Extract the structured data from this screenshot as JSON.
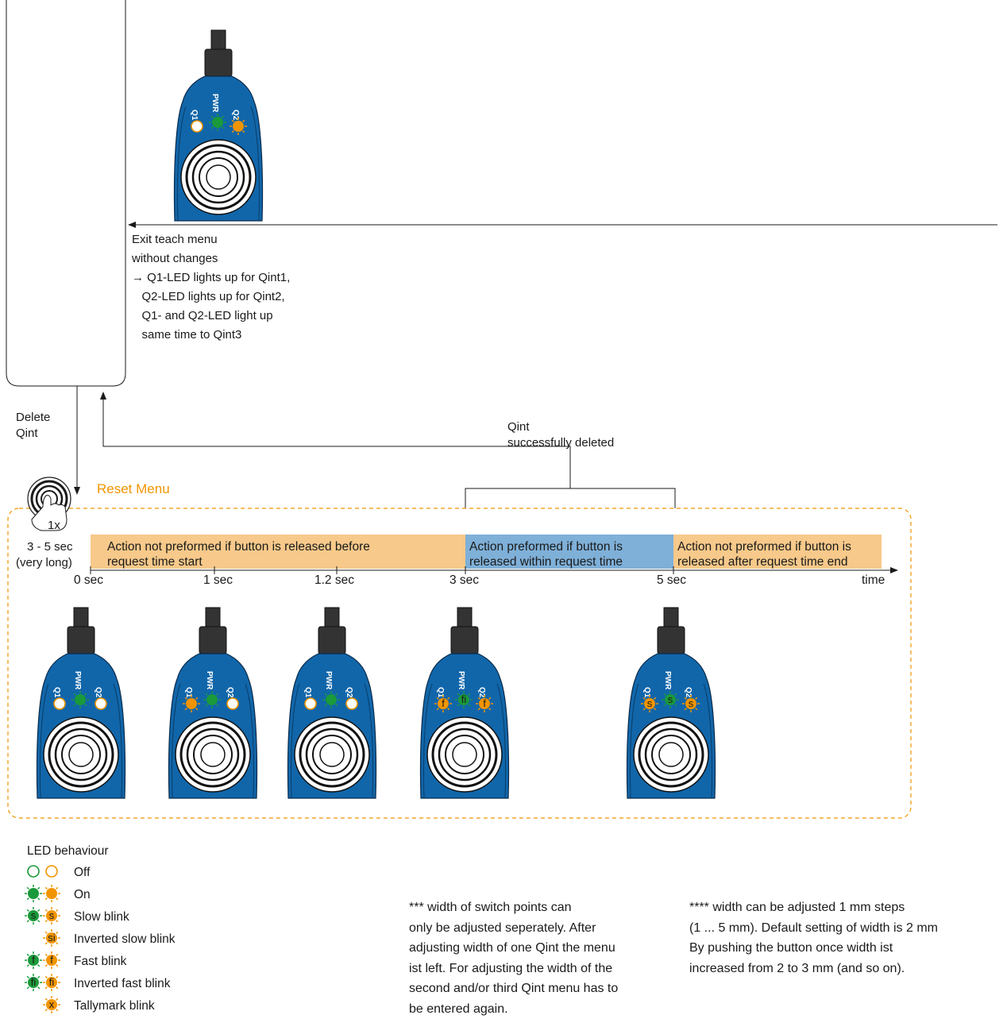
{
  "top": {
    "exit_label": [
      "Exit teach menu",
      "without changes",
      "→ Q1-LED lights up for Qint1,",
      "   Q2-LED lights up for Qint2,",
      "   Q1- and Q2-LED light up",
      "   same time to Qint3"
    ],
    "delete_label": [
      "Delete",
      "Qint"
    ],
    "success_label": [
      "Qint",
      "successfully deleted"
    ]
  },
  "reset_menu": {
    "title": "Reset Menu",
    "press_count": "1x",
    "duration": [
      "3 - 5 sec",
      "(very long)"
    ],
    "bands": [
      {
        "lines": [
          "Action not preformed if button is released before",
          "request time start"
        ],
        "color": "#f7c98a"
      },
      {
        "lines": [
          "Action preformed if button is",
          "released within request time"
        ],
        "color": "#7fb0d8"
      },
      {
        "lines": [
          "Action not preformed if button is",
          "released after request time end"
        ],
        "color": "#f7c98a"
      }
    ],
    "ticks": [
      "0 sec",
      "1 sec",
      "1.2 sec",
      "3 sec",
      "5 sec"
    ],
    "axis_label": "time"
  },
  "device": {
    "q1": "Q1",
    "pwr": "PWR",
    "q2": "Q2"
  },
  "legend": {
    "title": "LED behaviour",
    "items": [
      "Off",
      "On",
      "Slow blink",
      "Inverted slow blink",
      "Fast blink",
      "Inverted fast blink",
      "Tallymark blink"
    ],
    "symbols": {
      "s": "s",
      "si": "si",
      "f": "f",
      "fi": "fi",
      "x": "x"
    }
  },
  "notes": {
    "note3": "*** width of switch points can\nonly be adjusted seperately. After\nadjusting width of one Qint the menu\nist left. For adjusting the width of the\nsecond and/or third Qint menu has to\nbe entered again.",
    "note4": "**** width can be adjusted 1 mm steps\n(1 ... 5 mm). Default setting of width is 2 mm\nBy pushing the button once width ist\nincreased from 2 to 3 mm (and so on)."
  },
  "colors": {
    "blue": "#1166aa",
    "orange": "#f29400",
    "green": "#1a9a3a",
    "band_orange": "#f7c98a",
    "band_blue": "#7fb0d8"
  }
}
